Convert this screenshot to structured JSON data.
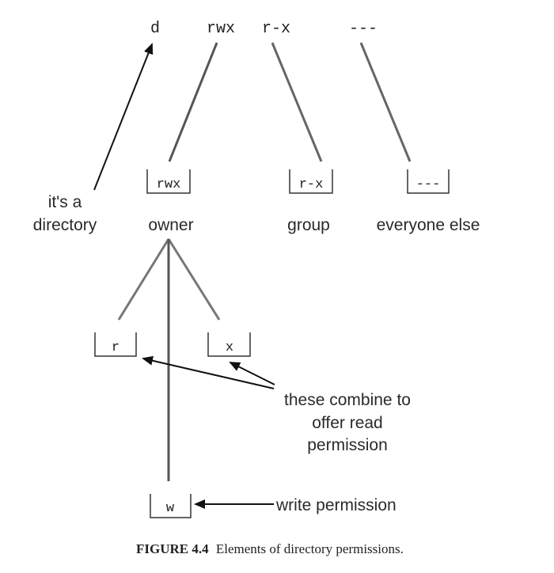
{
  "top_row": {
    "type_char": "d",
    "owner_bits": "rwx",
    "group_bits": "r-x",
    "other_bits": "---"
  },
  "boxes": {
    "owner": "rwx",
    "group": "r-x",
    "other": "---",
    "read": "r",
    "execute": "x",
    "write": "w"
  },
  "labels": {
    "directory_line1": "it's a",
    "directory_line2": "directory",
    "owner": "owner",
    "group": "group",
    "everyone": "everyone else",
    "combine_line1": "these combine to",
    "combine_line2": "offer read",
    "combine_line3": "permission",
    "write": "write permission"
  },
  "caption": {
    "figure": "FIGURE 4.4",
    "text": "Elements of directory permissions."
  },
  "colors": {
    "line": "#555555",
    "arrow": "#111111"
  }
}
